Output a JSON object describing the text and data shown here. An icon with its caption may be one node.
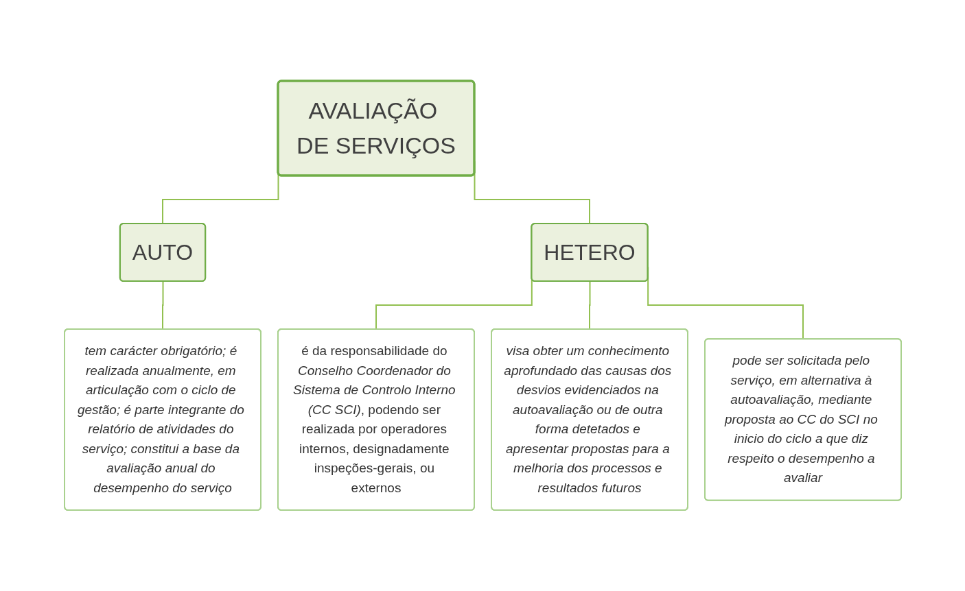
{
  "diagram": {
    "nodes": [
      {
        "text": [
          "AVALIAÇÃO DE SERVIÇOS"
        ]
      },
      {
        "text": [
          "AUTO"
        ]
      },
      {
        "text": [
          "HETERO"
        ]
      },
      {
        "text": [
          "tem carácter obrigatório; é realizada anualmente, em articulação com o ciclo de gestão; é parte integrante do relatório de atividades do serviço; constitui a base da avaliação anual do desempenho do serviço"
        ]
      },
      {
        "text": [
          "é da responsabilidade do *Conselho Coordenador do Sistema de Controlo Interno (CC SCI)*, podendo ser realizada por operadores internos, designadamente inspeções-gerais, ou externos"
        ]
      },
      {
        "text": [
          "visa obter um conhecimento aprofundado das causas dos desvios evidenciados na autoavaliação ou de outra forma detetados e apresentar propostas para a melhoria dos processos e resultados futuros"
        ]
      },
      {
        "text": [
          "pode ser solicitada pelo serviço, em alternativa à autoavaliação, mediante proposta ao CC do SCI no inicio do ciclo a que diz respeito o desempenho a avaliar"
        ]
      }
    ],
    "edges": [
      {
        "from": 0,
        "to": 1,
        "arrow": "none"
      },
      {
        "from": 0,
        "to": 2,
        "arrow": "none"
      },
      {
        "from": 1,
        "to": 3,
        "arrow": "none"
      },
      {
        "from": 2,
        "to": 4,
        "arrow": "none"
      },
      {
        "from": 2,
        "to": 5,
        "arrow": "none"
      },
      {
        "from": 2,
        "to": 6,
        "arrow": "none"
      }
    ]
  }
}
